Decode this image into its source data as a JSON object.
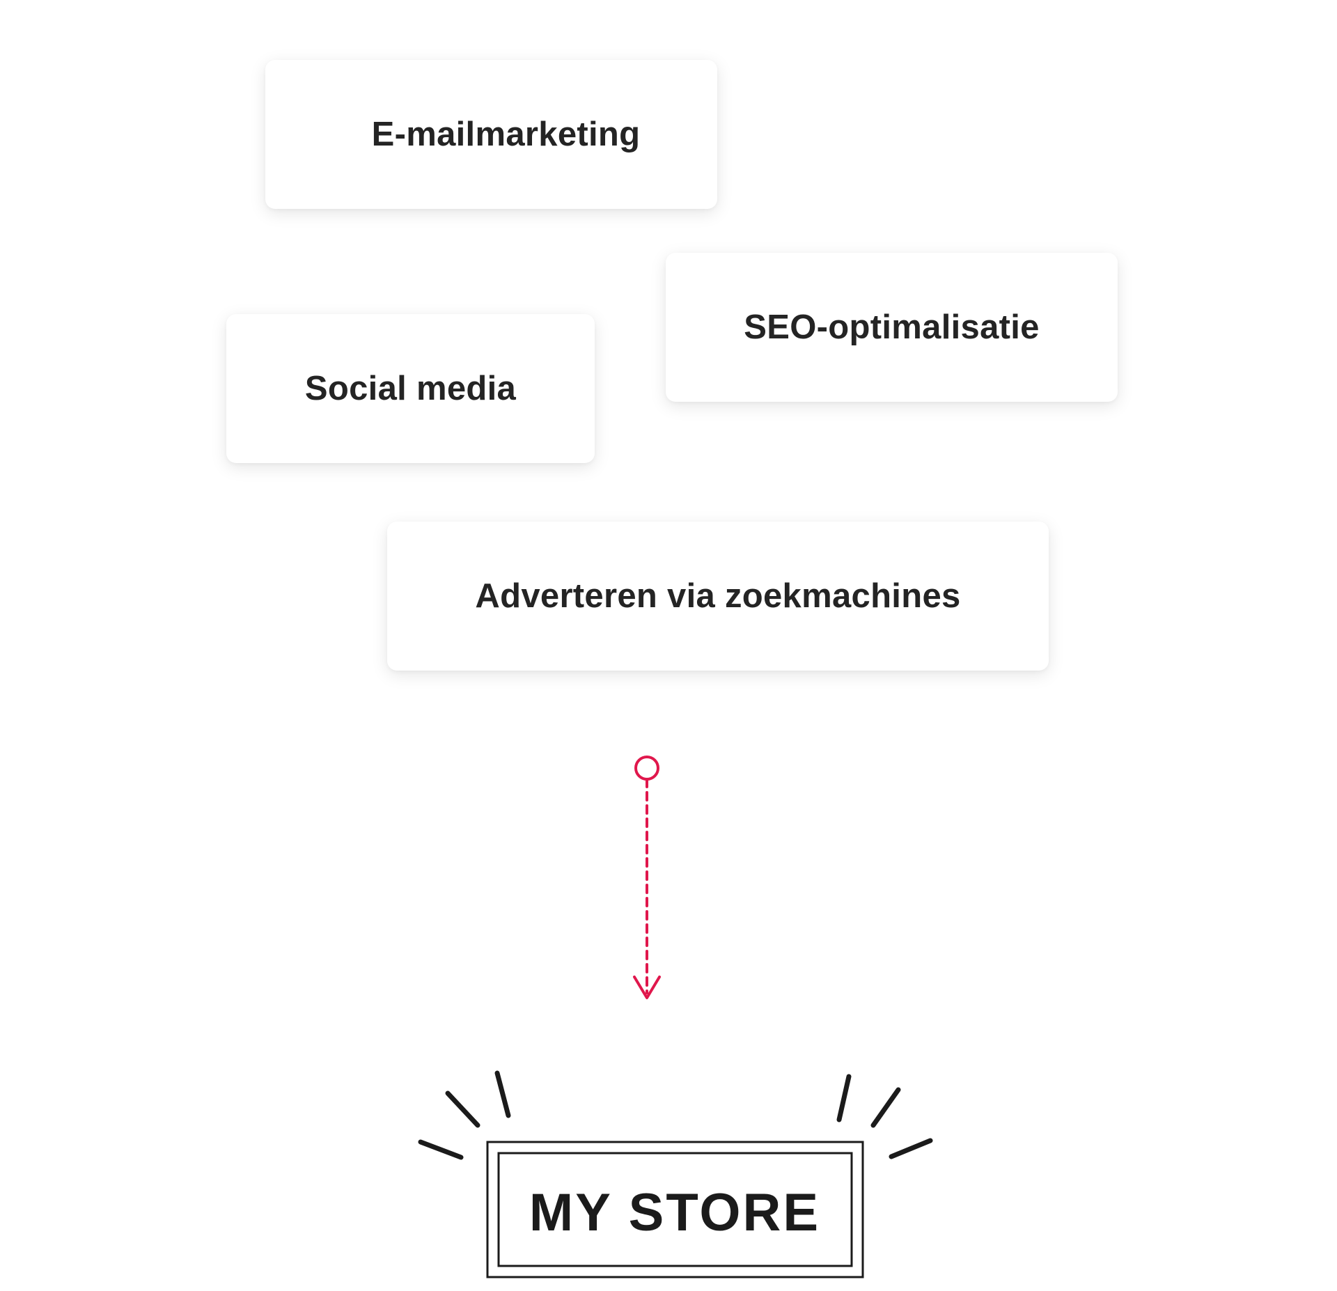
{
  "cards": {
    "email": {
      "label": "E-mailmarketing"
    },
    "seo": {
      "label": "SEO-optimalisatie"
    },
    "social": {
      "label": "Social media"
    },
    "ads": {
      "label": "Adverteren via zoekmachines"
    }
  },
  "store": {
    "label": "MY STORE"
  },
  "colors": {
    "accent": "#e0174c",
    "text": "#242424",
    "outline": "#1b1b1b",
    "background": "#ffffff"
  },
  "icons": {
    "arrow": "dashed-arrow-down-icon",
    "burst": "sparkle-lines-icon",
    "store": "store-sign-icon"
  }
}
